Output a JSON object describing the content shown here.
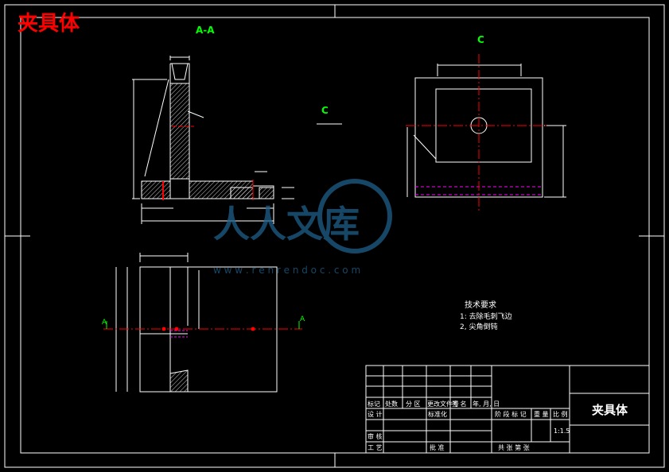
{
  "header": {
    "watermark_title": "夹具体"
  },
  "views": {
    "section_label": "A-A",
    "view_c_label": "C",
    "view_c_arrow_label": "C",
    "section_marker_left": "A",
    "section_marker_right": "A"
  },
  "watermark": {
    "brand": "人人文库",
    "url": "w w w . r e n r e n d o c . c o m"
  },
  "tech_requirements": {
    "title": "技术要求",
    "items": [
      "1: 去除毛刺飞边",
      "2, 尖角倒钝"
    ]
  },
  "title_block": {
    "part_name": "夹具体",
    "scale": "1:1.5",
    "labels": {
      "mark": "标记",
      "count": "处数",
      "zone": "分 区",
      "change_doc": "更改文件号",
      "signature": "签 名",
      "date": "年, 月, 日",
      "design": "设 计",
      "standardize": "标准化",
      "review": "审 核",
      "process": "工 艺",
      "approve": "批 准",
      "stage_mark": "阶 段 标 记",
      "weight": "重 量",
      "ratio": "比 例",
      "sheets": "共   张   第   张"
    }
  },
  "colors": {
    "background": "#000000",
    "lines": "#ffffff",
    "accent": "#ff0000",
    "labels": "#00ff00",
    "dimensions": "#ffffff",
    "centerline": "#ff0000",
    "hidden": "#ff00ff",
    "watermark": "#1f5f8a"
  }
}
